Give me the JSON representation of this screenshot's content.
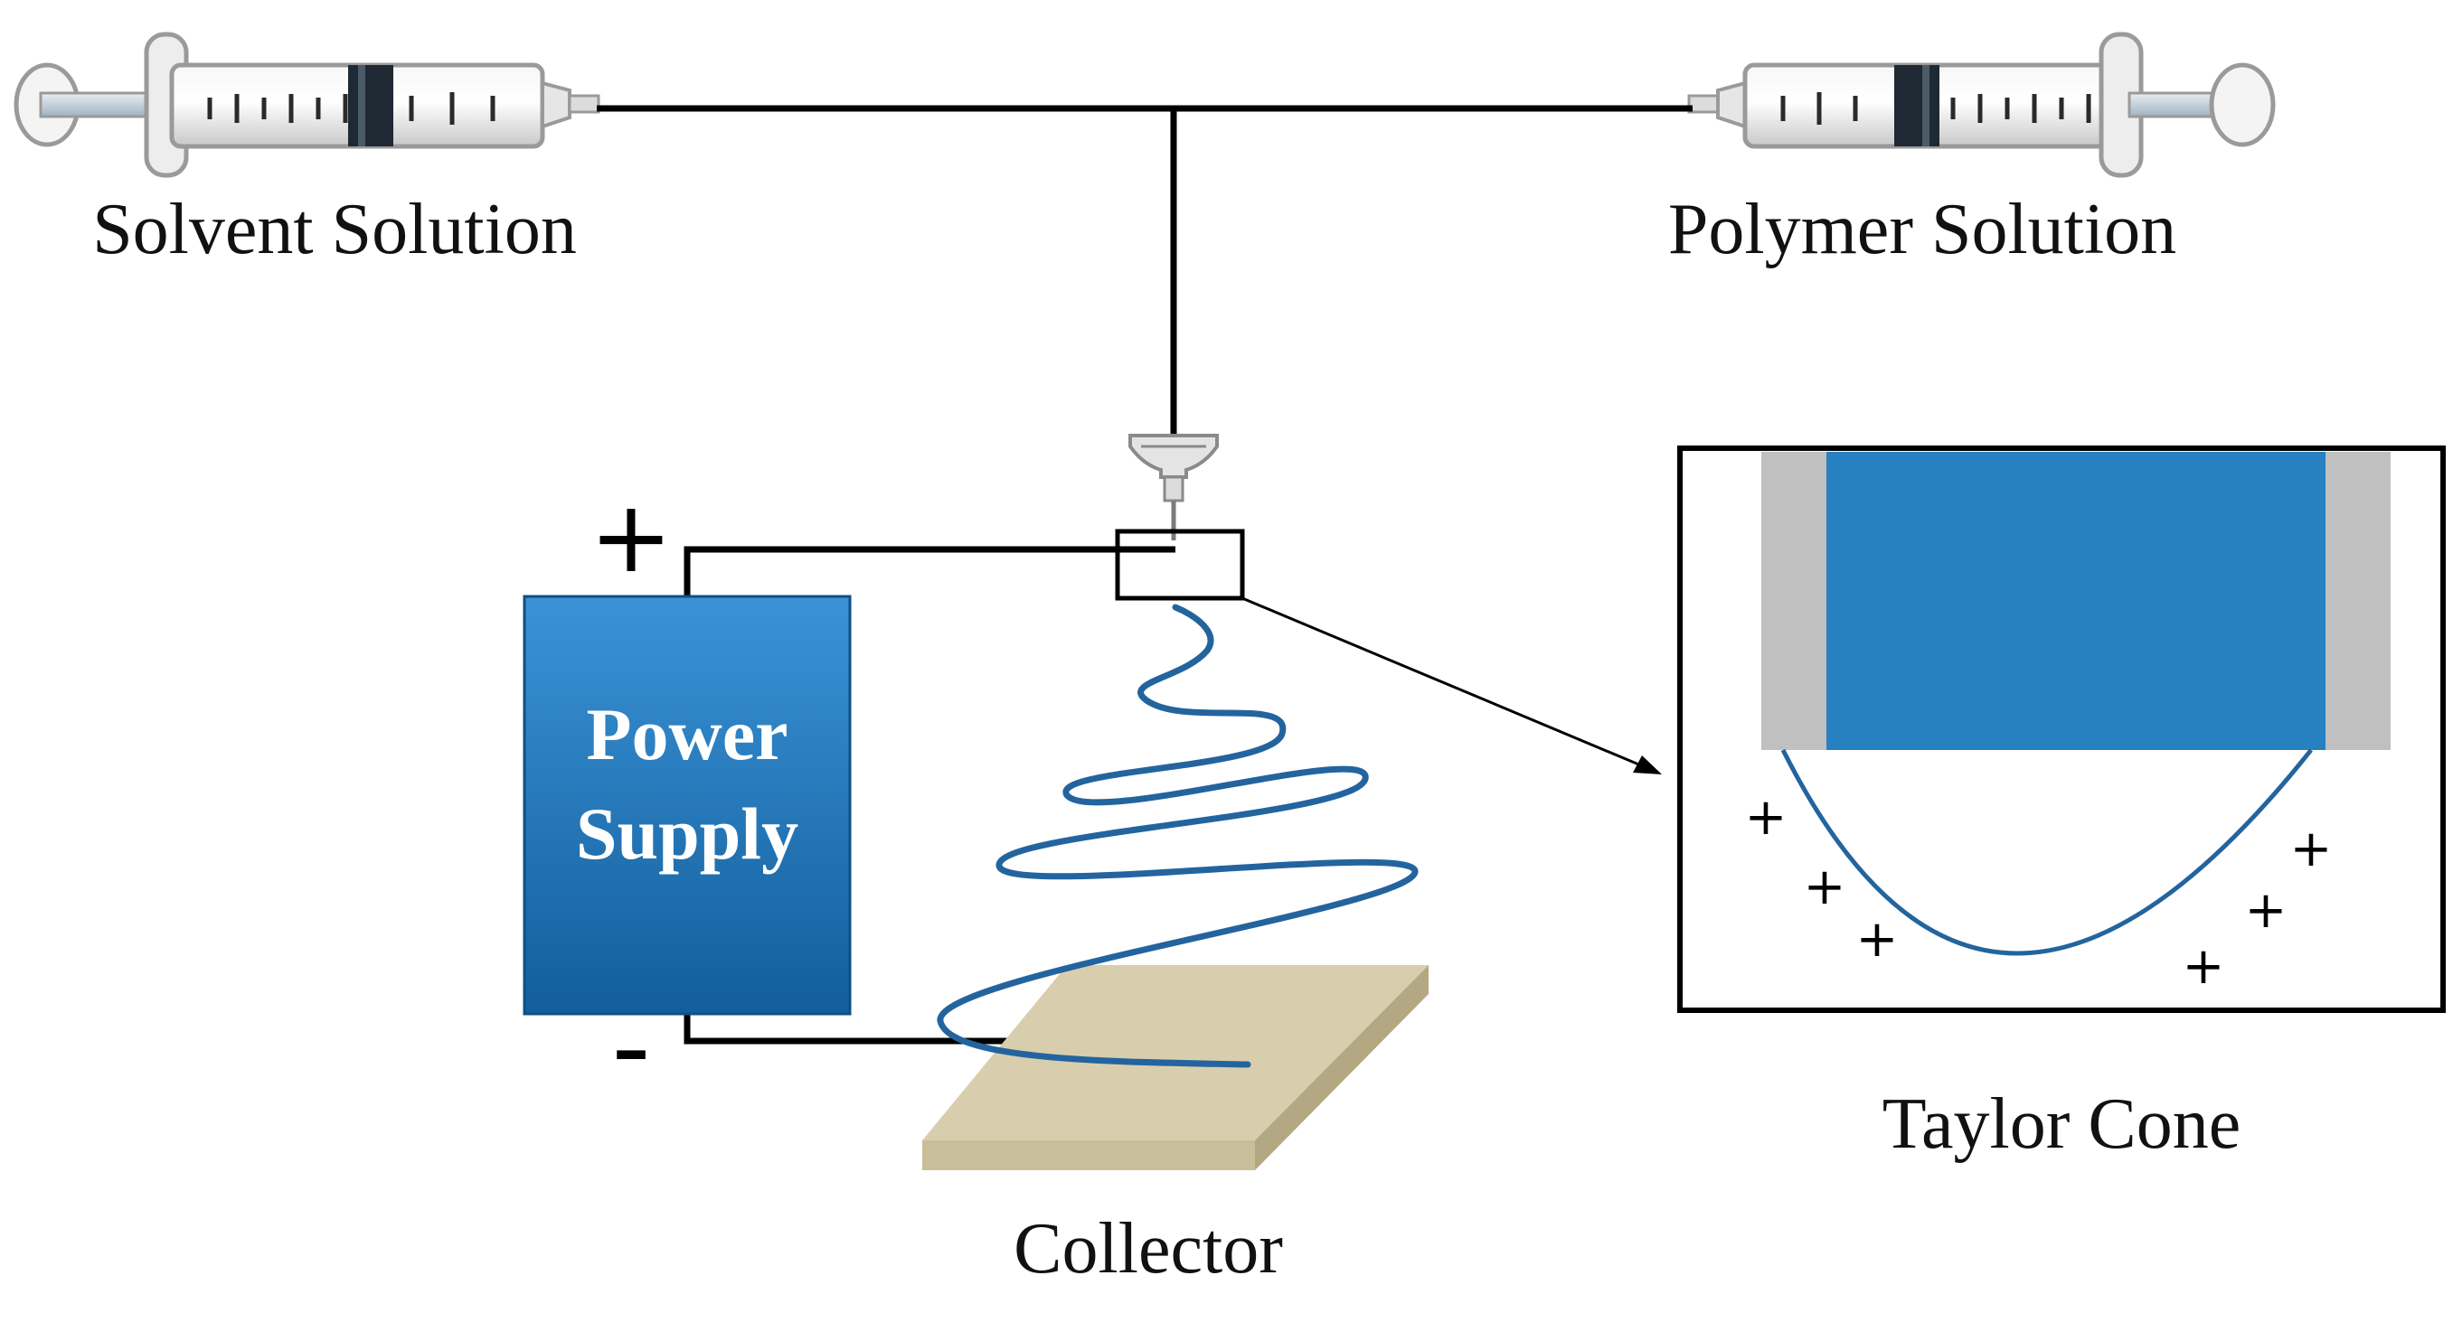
{
  "labels": {
    "solvent": "Solvent Solution",
    "polymer": "Polymer Solution",
    "power_line1": "Power",
    "power_line2": "Supply",
    "collector": "Collector",
    "taylor": "Taylor Cone",
    "plus_terminal": "+",
    "minus_terminal": "-",
    "charge": "+"
  },
  "colors": {
    "power_supply_top": "#3a93d6",
    "power_supply_bottom": "#135e9c",
    "fluid": "#2781c0",
    "fiber": "#23649e",
    "collector_top": "#d8ceae",
    "collector_side": "#b3a882",
    "nozzle_wall": "#c0c0c0",
    "wire": "#000000"
  }
}
